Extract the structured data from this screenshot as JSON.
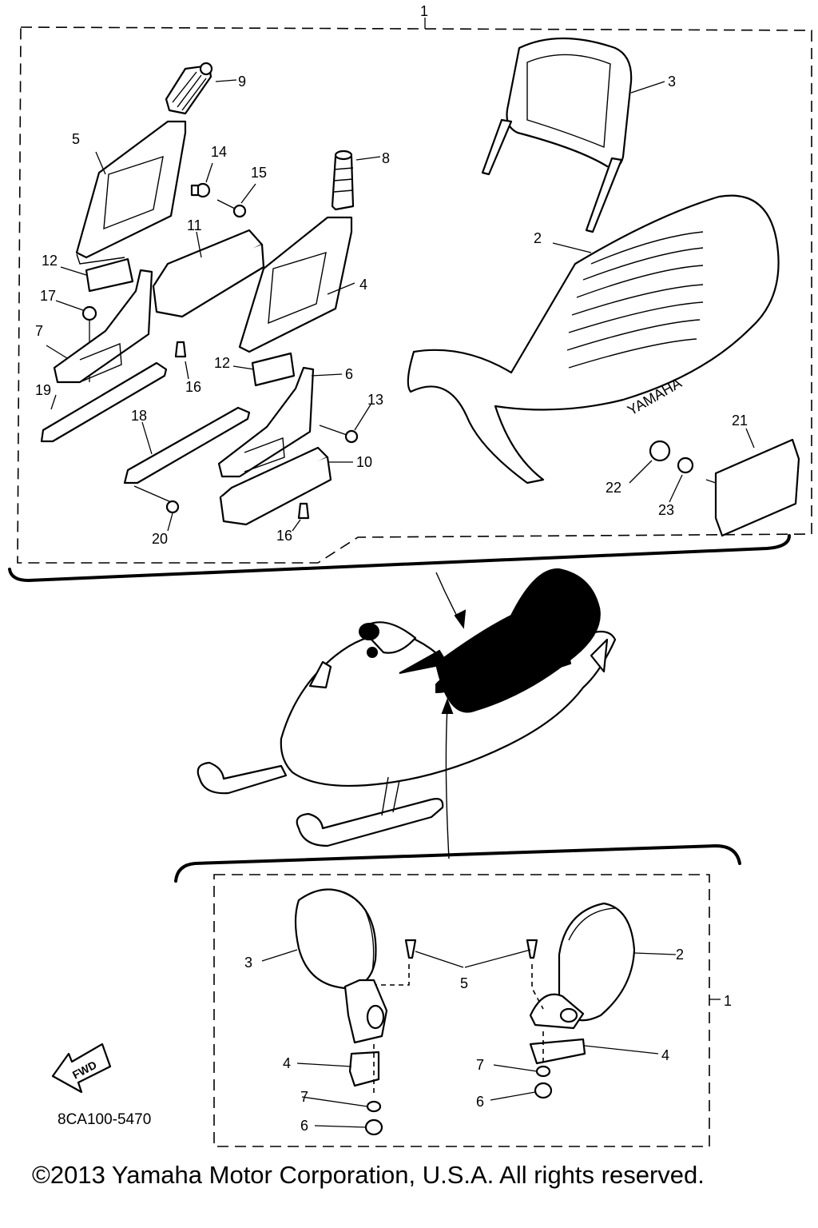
{
  "top_group": {
    "group_label": "1",
    "callouts": [
      {
        "id": "c9",
        "label": "9"
      },
      {
        "id": "c5",
        "label": "5"
      },
      {
        "id": "c14",
        "label": "14"
      },
      {
        "id": "c15",
        "label": "15"
      },
      {
        "id": "c8",
        "label": "8"
      },
      {
        "id": "c3",
        "label": "3"
      },
      {
        "id": "c2",
        "label": "2"
      },
      {
        "id": "c11",
        "label": "11"
      },
      {
        "id": "c12a",
        "label": "12"
      },
      {
        "id": "c4",
        "label": "4"
      },
      {
        "id": "c17",
        "label": "17"
      },
      {
        "id": "c7",
        "label": "7"
      },
      {
        "id": "c16a",
        "label": "16"
      },
      {
        "id": "c12b",
        "label": "12"
      },
      {
        "id": "c6",
        "label": "6"
      },
      {
        "id": "c19",
        "label": "19"
      },
      {
        "id": "c13",
        "label": "13"
      },
      {
        "id": "c18",
        "label": "18"
      },
      {
        "id": "c10",
        "label": "10"
      },
      {
        "id": "c21",
        "label": "21"
      },
      {
        "id": "c22",
        "label": "22"
      },
      {
        "id": "c23",
        "label": "23"
      },
      {
        "id": "c20",
        "label": "20"
      },
      {
        "id": "c16b",
        "label": "16"
      }
    ],
    "seat_brand": "YAMAHA"
  },
  "bottom_group": {
    "group_label": "1",
    "callouts": [
      {
        "id": "m3",
        "label": "3"
      },
      {
        "id": "m5",
        "label": "5"
      },
      {
        "id": "m2",
        "label": "2"
      },
      {
        "id": "m4a",
        "label": "4"
      },
      {
        "id": "m4b",
        "label": "4"
      },
      {
        "id": "m7a",
        "label": "7"
      },
      {
        "id": "m7b",
        "label": "7"
      },
      {
        "id": "m6a",
        "label": "6"
      },
      {
        "id": "m6b",
        "label": "6"
      }
    ]
  },
  "fwd_label": "FWD",
  "diagram_code": "8CA100-5470",
  "copyright": "©2013 Yamaha Motor Corporation, U.S.A. All rights reserved."
}
